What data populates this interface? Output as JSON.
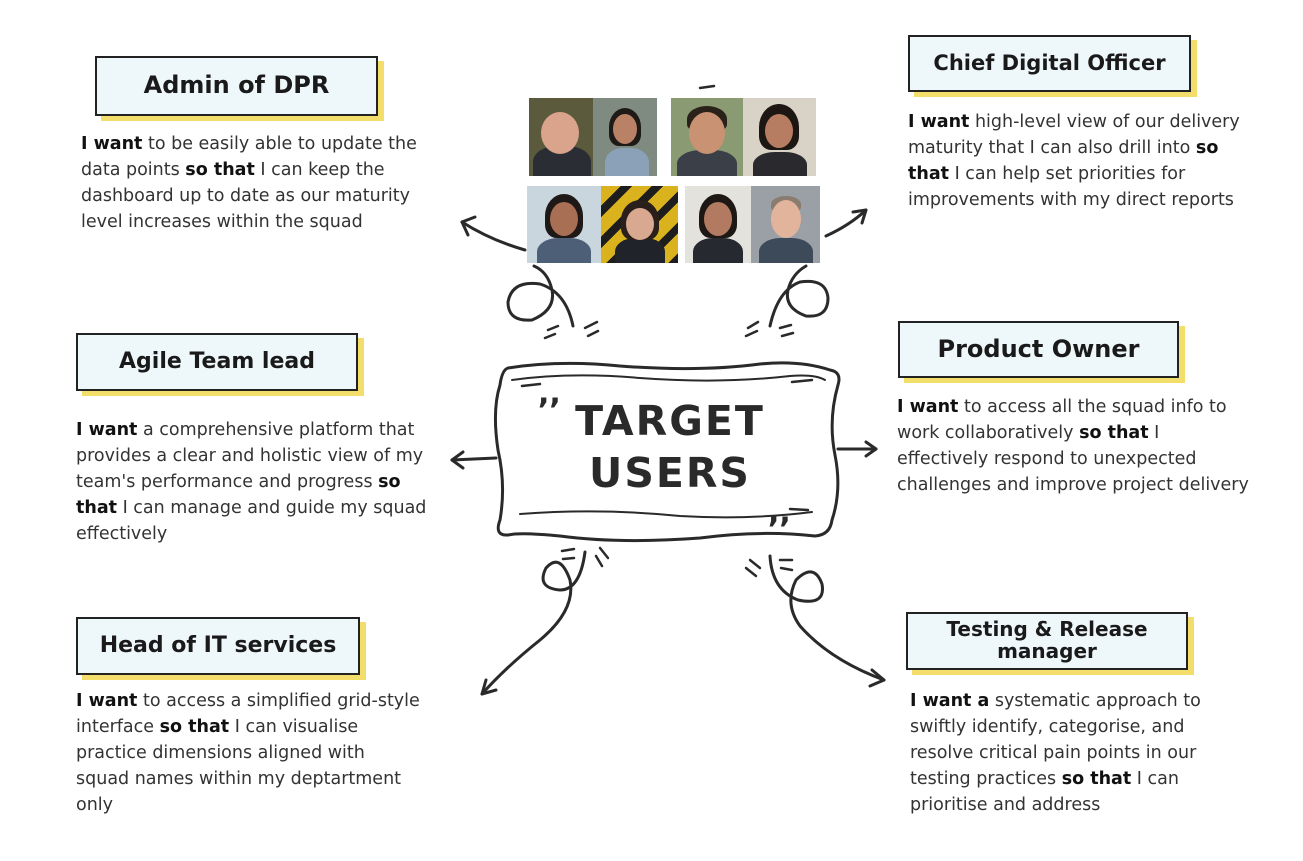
{
  "center": {
    "line1": "TARGET",
    "line2": "USERS"
  },
  "personas": [
    {
      "title": "Admin of DPR",
      "desc": [
        {
          "b": "I want"
        },
        {
          "t": " to be easily able to update the data points "
        },
        {
          "b": "so that"
        },
        {
          "t": " I can keep the dashboard up to date as our maturity level increases within the squad"
        }
      ]
    },
    {
      "title": "Chief Digital Officer",
      "desc": [
        {
          "b": "I want"
        },
        {
          "t": " high-level view of our delivery maturity that I can also drill into "
        },
        {
          "b": "so that"
        },
        {
          "t": " I can help set priorities for improvements with my direct reports"
        }
      ]
    },
    {
      "title": "Agile Team lead",
      "desc": [
        {
          "b": "I want"
        },
        {
          "t": " a comprehensive platform that provides a clear and holistic view of my team's performance and progress "
        },
        {
          "b": "so that"
        },
        {
          "t": " I can manage and guide my squad effectively"
        }
      ]
    },
    {
      "title": "Product Owner",
      "desc": [
        {
          "b": "I want"
        },
        {
          "t": " to access all the squad info to work collaboratively "
        },
        {
          "b": "so that"
        },
        {
          "t": " I effectively respond to unexpected challenges and improve project delivery"
        }
      ]
    },
    {
      "title": "Head of IT services",
      "desc": [
        {
          "b": "I want"
        },
        {
          "t": " to access a simplified grid-style interface "
        },
        {
          "b": "so that"
        },
        {
          "t": " I can visualise practice dimensions aligned with squad names within my deptartment only"
        }
      ]
    },
    {
      "title": "Testing & Release manager",
      "desc": [
        {
          "b": "I want a"
        },
        {
          "t": " systematic approach to swiftly identify, categorise, and resolve critical pain points in our testing practices "
        },
        {
          "b": "so that"
        },
        {
          "t": " I can prioritise and address"
        }
      ]
    }
  ],
  "colors": {
    "card_fill": "#eef7fa",
    "card_shadow": "#f3dd6b",
    "ink": "#222222"
  }
}
